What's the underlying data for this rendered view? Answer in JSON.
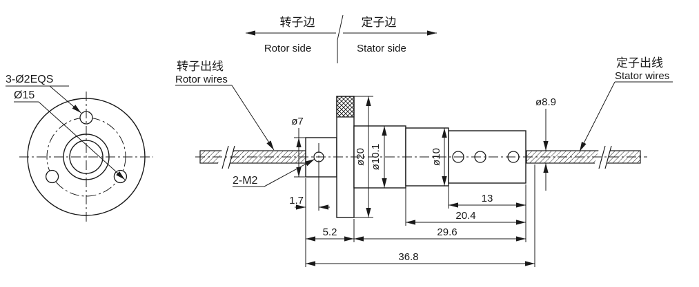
{
  "drawing": {
    "header": {
      "rotor_side_cn": "转子边",
      "stator_side_cn": "定子边",
      "rotor_side_en": "Rotor side",
      "stator_side_en": "Stator side"
    },
    "callouts": {
      "rotor_wires_cn": "转子出线",
      "rotor_wires_en": "Rotor wires",
      "stator_wires_cn": "定子出线",
      "stator_wires_en": "Stator wires",
      "flange_holes": "3-Ø2EQS",
      "bolt_circle": "Ø15",
      "thread_hole": "2-M2"
    },
    "dimensions": {
      "shaft_diameter": "ø7",
      "flange_diameter": "ø20",
      "body_diameter_major": "ø10.1",
      "body_diameter_minor": "ø10",
      "wire_diameter": "ø8.9",
      "thread_offset": "1.7",
      "length_13": "13",
      "length_20_4": "20.4",
      "length_5_2": "5.2",
      "length_29_6": "29.6",
      "length_36_8": "36.8"
    },
    "colors": {
      "line": "#1a1a1a",
      "background": "#ffffff"
    }
  }
}
